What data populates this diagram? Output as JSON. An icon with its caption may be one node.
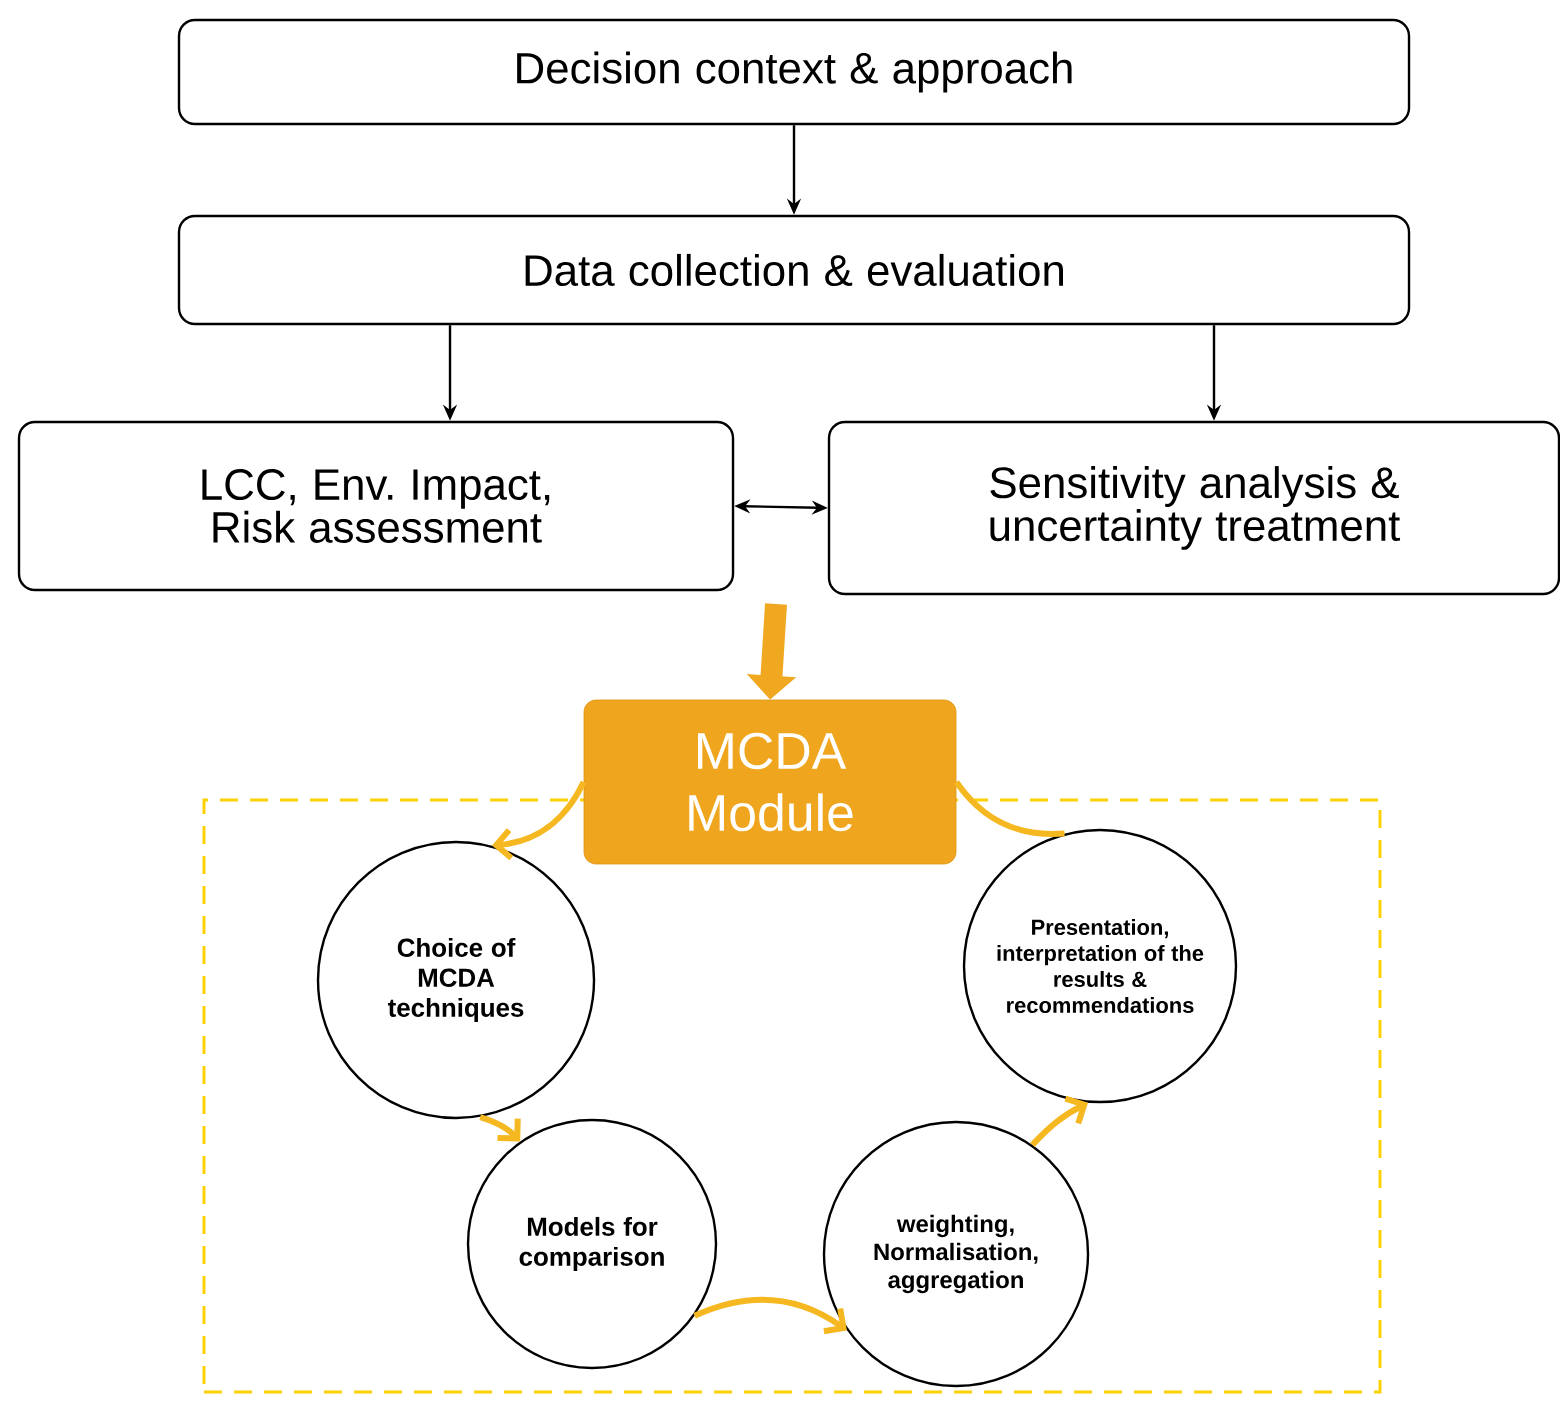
{
  "diagram": {
    "nodes": [
      {
        "text": [
          "Decision context & approach"
        ]
      },
      {
        "text": [
          "Data collection & evaluation"
        ]
      },
      {
        "text": [
          "LCC, Env. Impact, Risk assessment"
        ]
      },
      {
        "text": [
          "Sensitivity analysis & uncertainty treatment"
        ]
      },
      {
        "text": [],
        "shape": "box"
      },
      {
        "text": [
          "MCDA Module"
        ]
      },
      {
        "text": [
          "Choice of MCDA techniques"
        ],
        "in": 4
      },
      {
        "text": [
          "Models for comparison"
        ],
        "in": 4
      },
      {
        "text": [
          "weighting, Normalisation, aggregation"
        ],
        "in": 4
      },
      {
        "text": [
          "Presentation, interpretation of the results & recommendations"
        ],
        "in": 4
      }
    ],
    "edges": [
      {
        "from": 0,
        "to": 1,
        "arrow": "to",
        "color": "#000000"
      },
      {
        "from": 1,
        "to": 2,
        "arrow": "to",
        "color": "#000000"
      },
      {
        "from": 1,
        "to": 3,
        "arrow": "to",
        "color": "#000000"
      },
      {
        "from": 2,
        "to": 3,
        "arrow": "both",
        "color": "#000000"
      },
      {
        "from": null,
        "to": 5,
        "arrow": "to",
        "style": "thick"
      },
      {
        "from": 5,
        "to": 6,
        "arrow": "to"
      },
      {
        "from": 6,
        "to": 7,
        "arrow": "to"
      },
      {
        "from": 7,
        "to": 8,
        "arrow": "to"
      },
      {
        "from": 8,
        "to": 9,
        "arrow": "to"
      },
      {
        "from": 9,
        "to": 5,
        "arrow": "none"
      }
    ]
  }
}
